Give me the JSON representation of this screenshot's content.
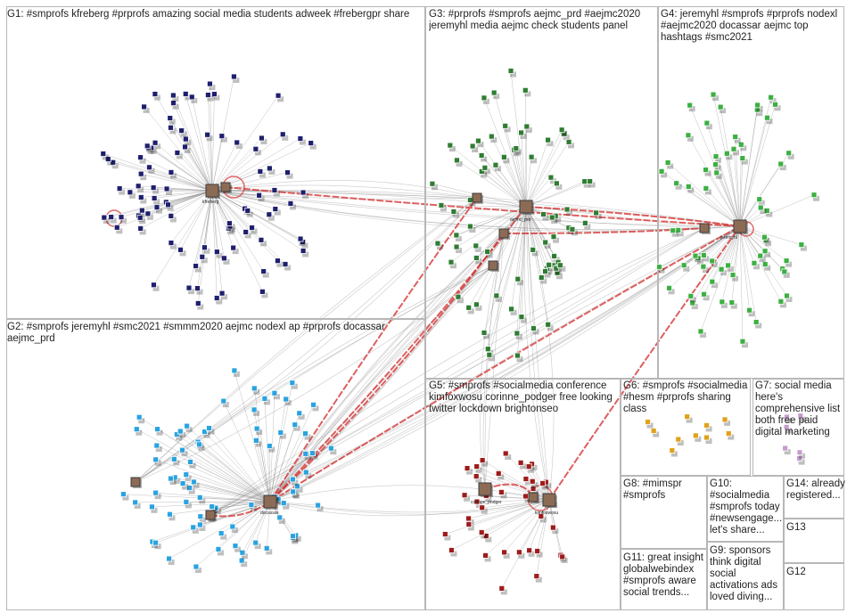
{
  "groups": [
    {
      "id": "G1",
      "label": "G1: #smprofs kfreberg #prprofs amazing social media students adweek #frebergpr share"
    },
    {
      "id": "G2",
      "label": "G2: #smprofs jeremyhl #smc2021 #smmm2020 aejmc nodexl ap #prprofs docassar aejmc_prd"
    },
    {
      "id": "G3",
      "label": "G3: #prprofs #smprofs aejmc_prd #aejmc2020 jeremyhl media aejmc check students panel"
    },
    {
      "id": "G4",
      "label": "G4: jeremyhl #smprofs #prprofs nodexl #aejmc2020 docassar aejmc top hashtags #smc2021"
    },
    {
      "id": "G5",
      "label": "G5: #smprofs #socialmedia conference kimfoxwosu corinne_podger free looking twitter lockdown brightonseo"
    },
    {
      "id": "G6",
      "label": "G6: #smprofs #socialmedia #hesm #prprofs sharing class"
    },
    {
      "id": "G7",
      "label": "G7: social media here's comprehensive list both free paid digital marketing"
    },
    {
      "id": "G8",
      "label": "G8: #mimspr #smprofs"
    },
    {
      "id": "G9",
      "label": "G9: sponsors think digital social activations ads loved diving..."
    },
    {
      "id": "G10",
      "label": "G10: #socialmedia #smprofs today #newsengage... let's share..."
    },
    {
      "id": "G11",
      "label": "G11: great insight globalwebindex #smprofs aware social trends..."
    },
    {
      "id": "G12",
      "label": "G12"
    },
    {
      "id": "G13",
      "label": "G13"
    },
    {
      "id": "G14",
      "label": "G14: already registered..."
    }
  ],
  "node_labels": {
    "kfreberg": "kfreberg",
    "jeremyhl": "jeremyhl",
    "corinne_podger": "corinne_podger",
    "kimfoxwosu": "kimfoxwosu",
    "aejmc_prd": "aejmc_prd",
    "docassar": "docassar"
  },
  "colors": {
    "G1": "#1f1f6e",
    "G2": "#2aa3df",
    "G3": "#2f7d32",
    "G4": "#3cb043",
    "G5": "#9e1b1b",
    "G6": "#e0a21a",
    "G7": "#c89bd0",
    "edge_gray": "#8a8a8a",
    "edge_red": "#d42a2a",
    "border": "#b7b7b7"
  }
}
